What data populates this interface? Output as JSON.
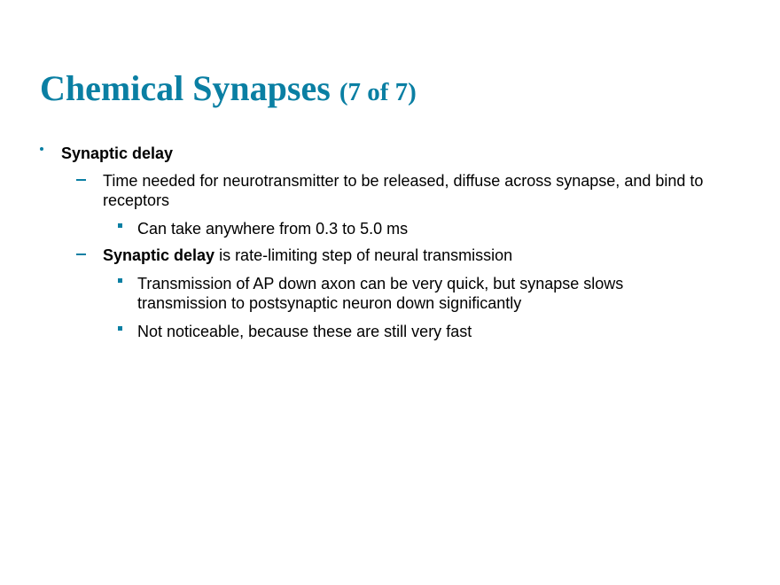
{
  "slide": {
    "title_main": "Chemical Synapses",
    "title_sub": "(7 of 7)",
    "bullets": [
      {
        "level": 1,
        "bold": "Synaptic delay",
        "text": ""
      },
      {
        "level": 2,
        "bold": "",
        "text": "Time needed for neurotransmitter to be released, diffuse across synapse, and bind to receptors"
      },
      {
        "level": 3,
        "bold": "",
        "text": "Can take anywhere from 0.3 to 5.0 ms"
      },
      {
        "level": 2,
        "bold": "Synaptic delay",
        "text": " is rate-limiting step of neural transmission"
      },
      {
        "level": 3,
        "bold": "",
        "text": "Transmission of AP down axon can be very quick, but synapse slows transmission to postsynaptic neuron down significantly"
      },
      {
        "level": 3,
        "bold": "",
        "text": "Not noticeable, because these are still very fast"
      }
    ],
    "accent_color": "#0a7fa3"
  }
}
